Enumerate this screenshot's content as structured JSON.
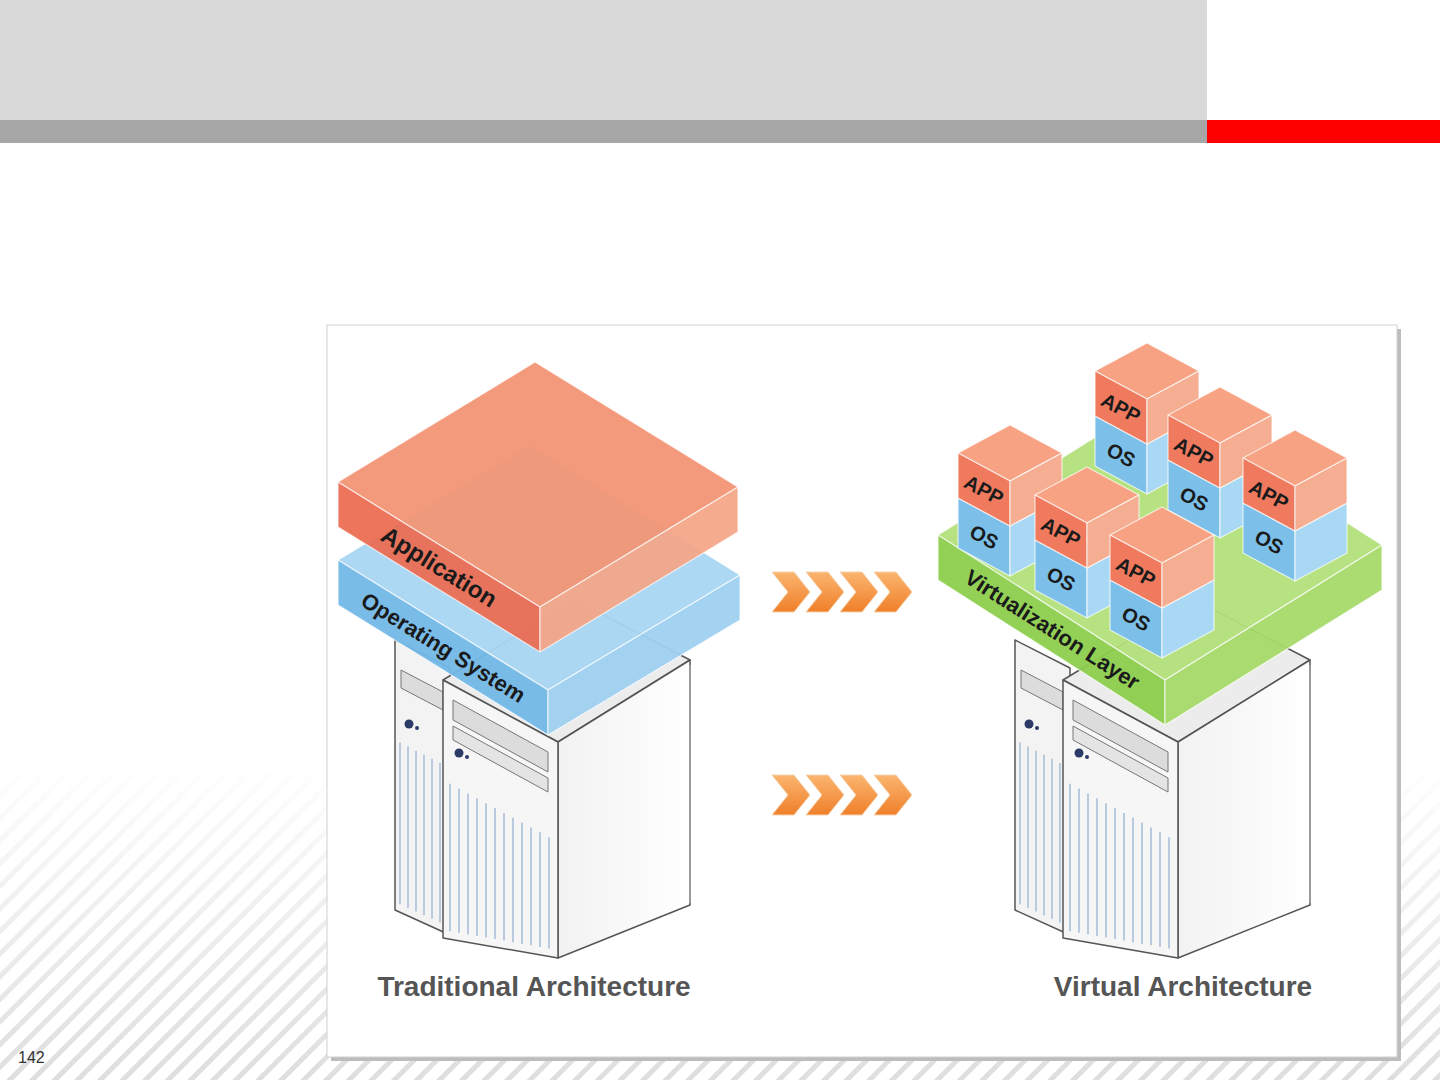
{
  "diagram": {
    "nodes": [
      {
        "text": [
          "Application"
        ]
      },
      {
        "text": [
          "Operating System"
        ]
      },
      {
        "text": [
          "Virtualization Layer"
        ]
      },
      {
        "text": [
          "APP",
          "OS"
        ]
      },
      {
        "text": [
          "APP",
          "OS"
        ]
      },
      {
        "text": [
          "APP",
          "OS"
        ]
      },
      {
        "text": [
          "APP",
          "OS"
        ]
      },
      {
        "text": [
          "APP",
          "OS"
        ]
      },
      {
        "text": [
          "APP",
          "OS"
        ]
      }
    ],
    "labels": [
      "Traditional Architecture",
      "Virtual Architecture",
      "142"
    ]
  }
}
